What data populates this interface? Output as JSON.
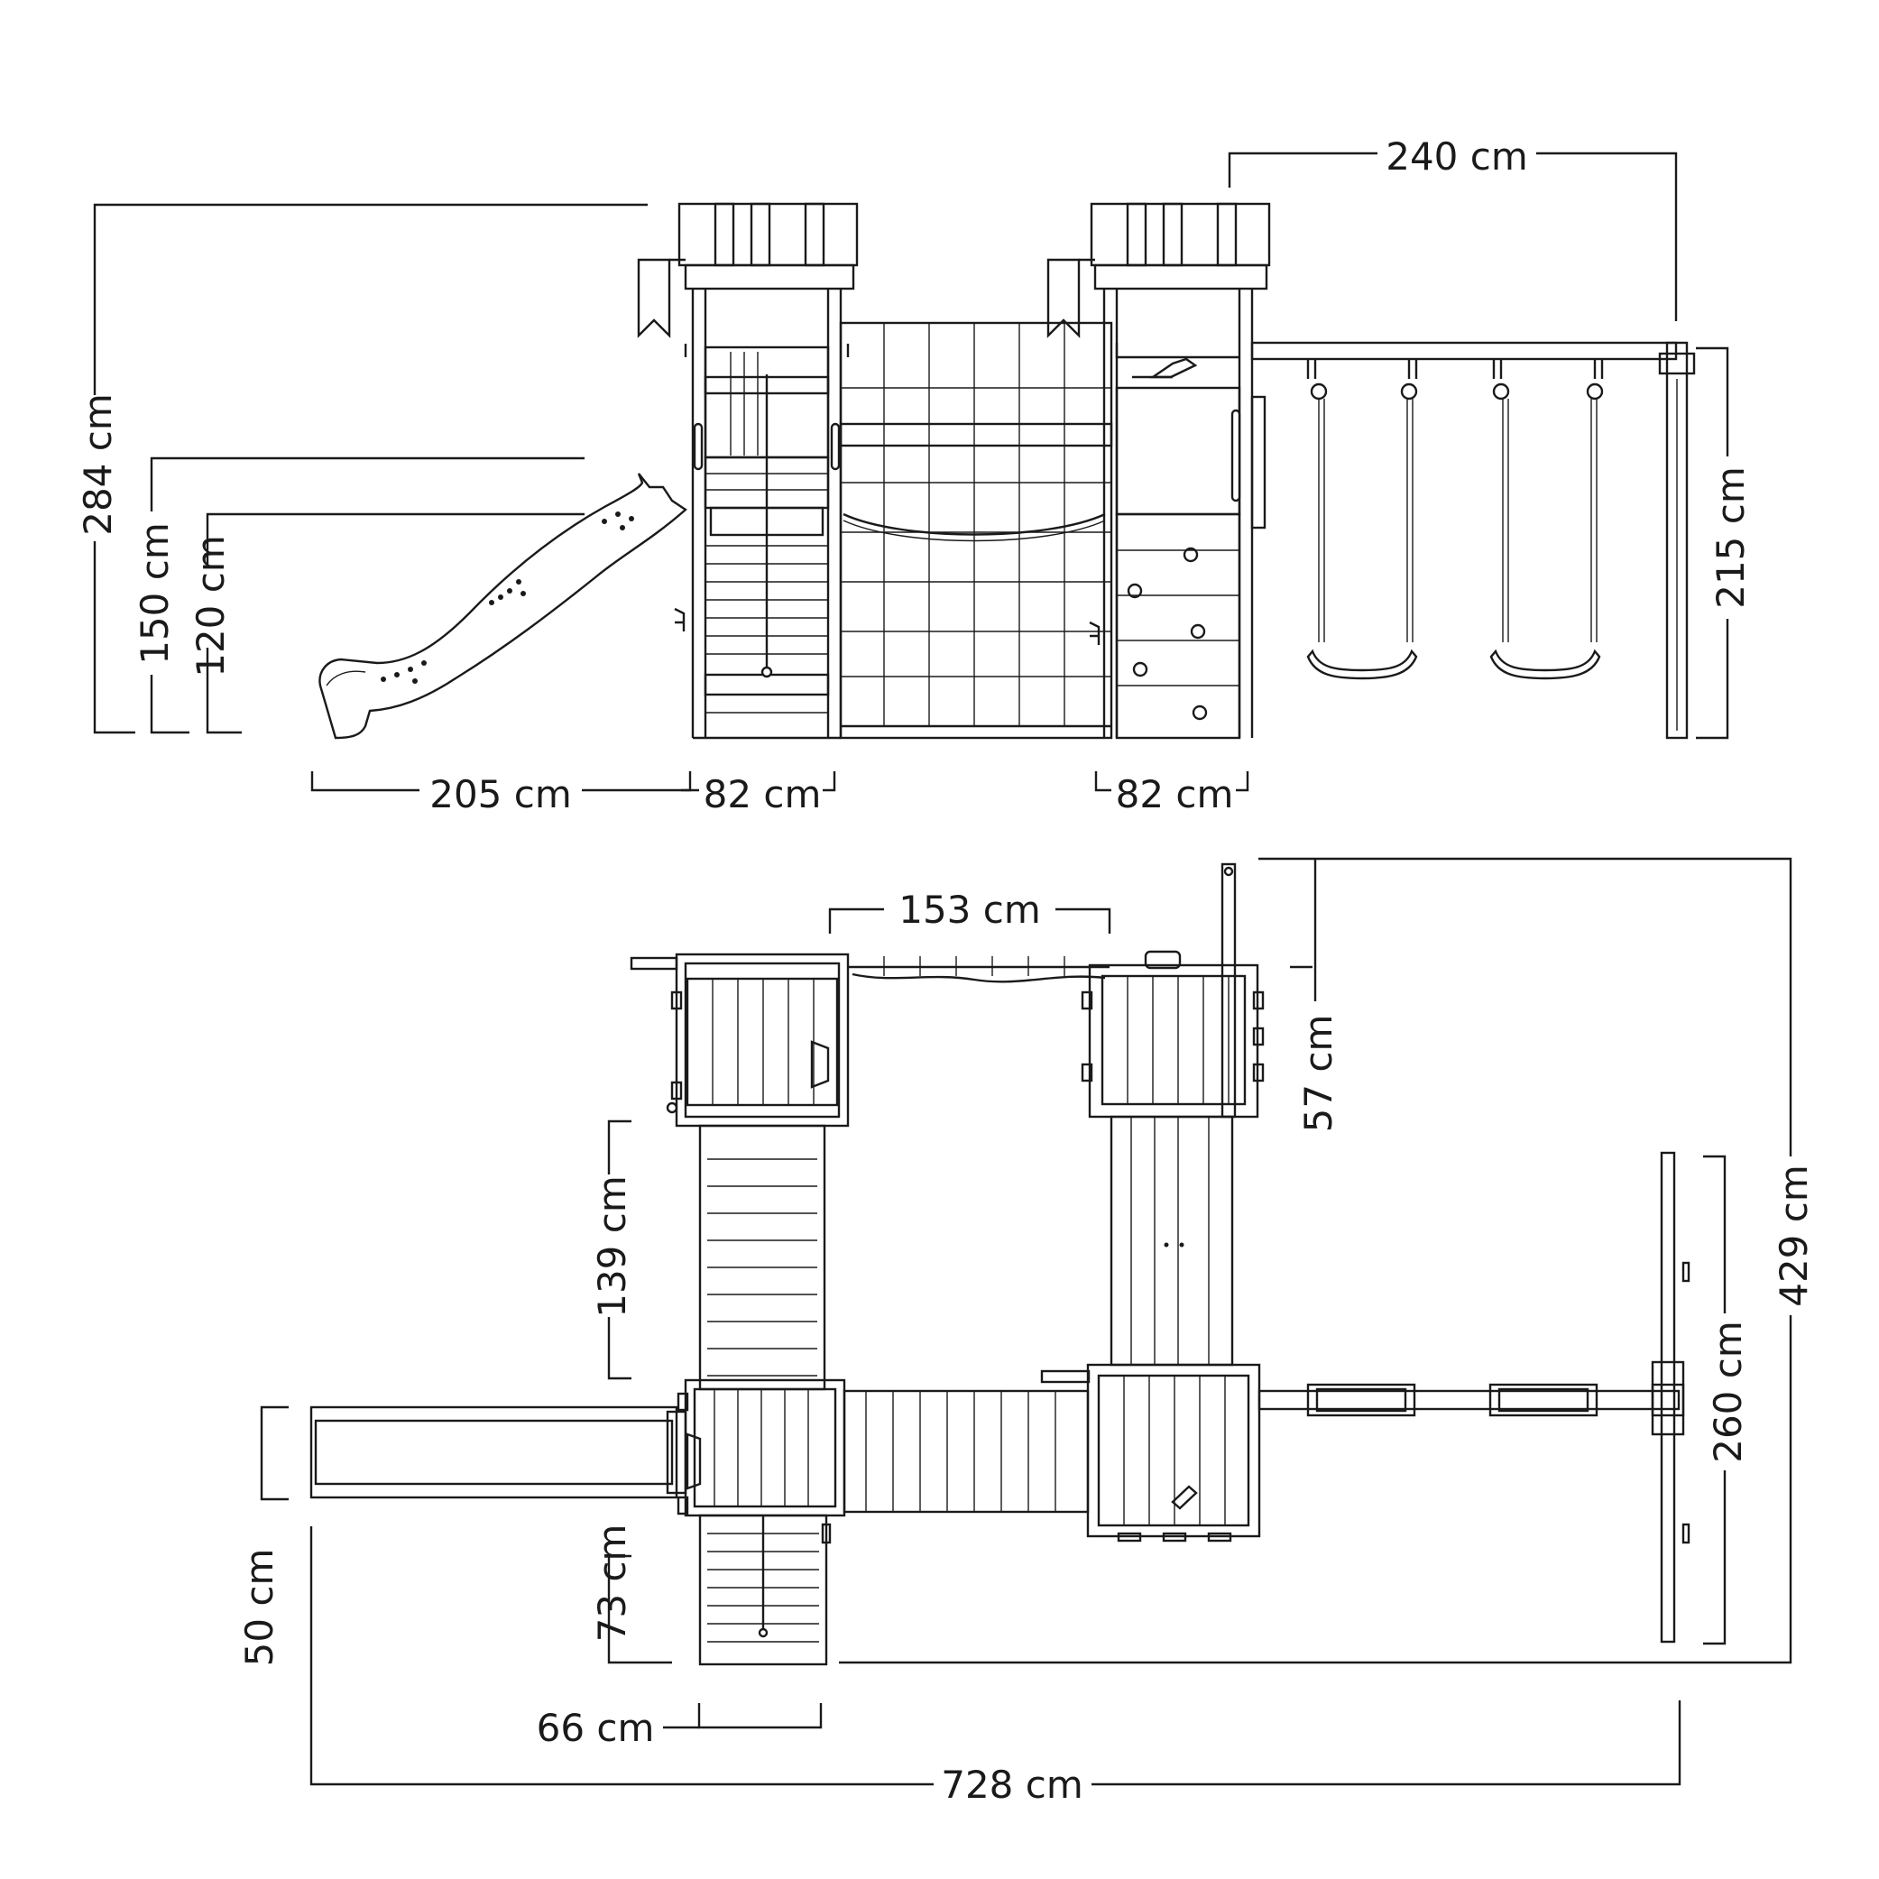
{
  "dimensions": {
    "side_view": {
      "overall_height": "284 cm",
      "platform_height_high": "150 cm",
      "platform_height_low": "120 cm",
      "swing_beam_length": "240 cm",
      "swing_height": "215 cm",
      "slide_length": "205 cm",
      "tower_width_left": "82 cm",
      "tower_width_right": "82 cm"
    },
    "top_view": {
      "bridge_length": "153 cm",
      "beam_overhang": "57 cm",
      "overall_depth": "429 cm",
      "ladder_length": "139 cm",
      "swing_frame_width": "260 cm",
      "slide_width": "50 cm",
      "step_ladder_length": "73 cm",
      "step_ladder_width": "66 cm",
      "overall_length": "728 cm"
    }
  },
  "colors": {
    "line": "#1a1a1a",
    "background": "#ffffff"
  }
}
